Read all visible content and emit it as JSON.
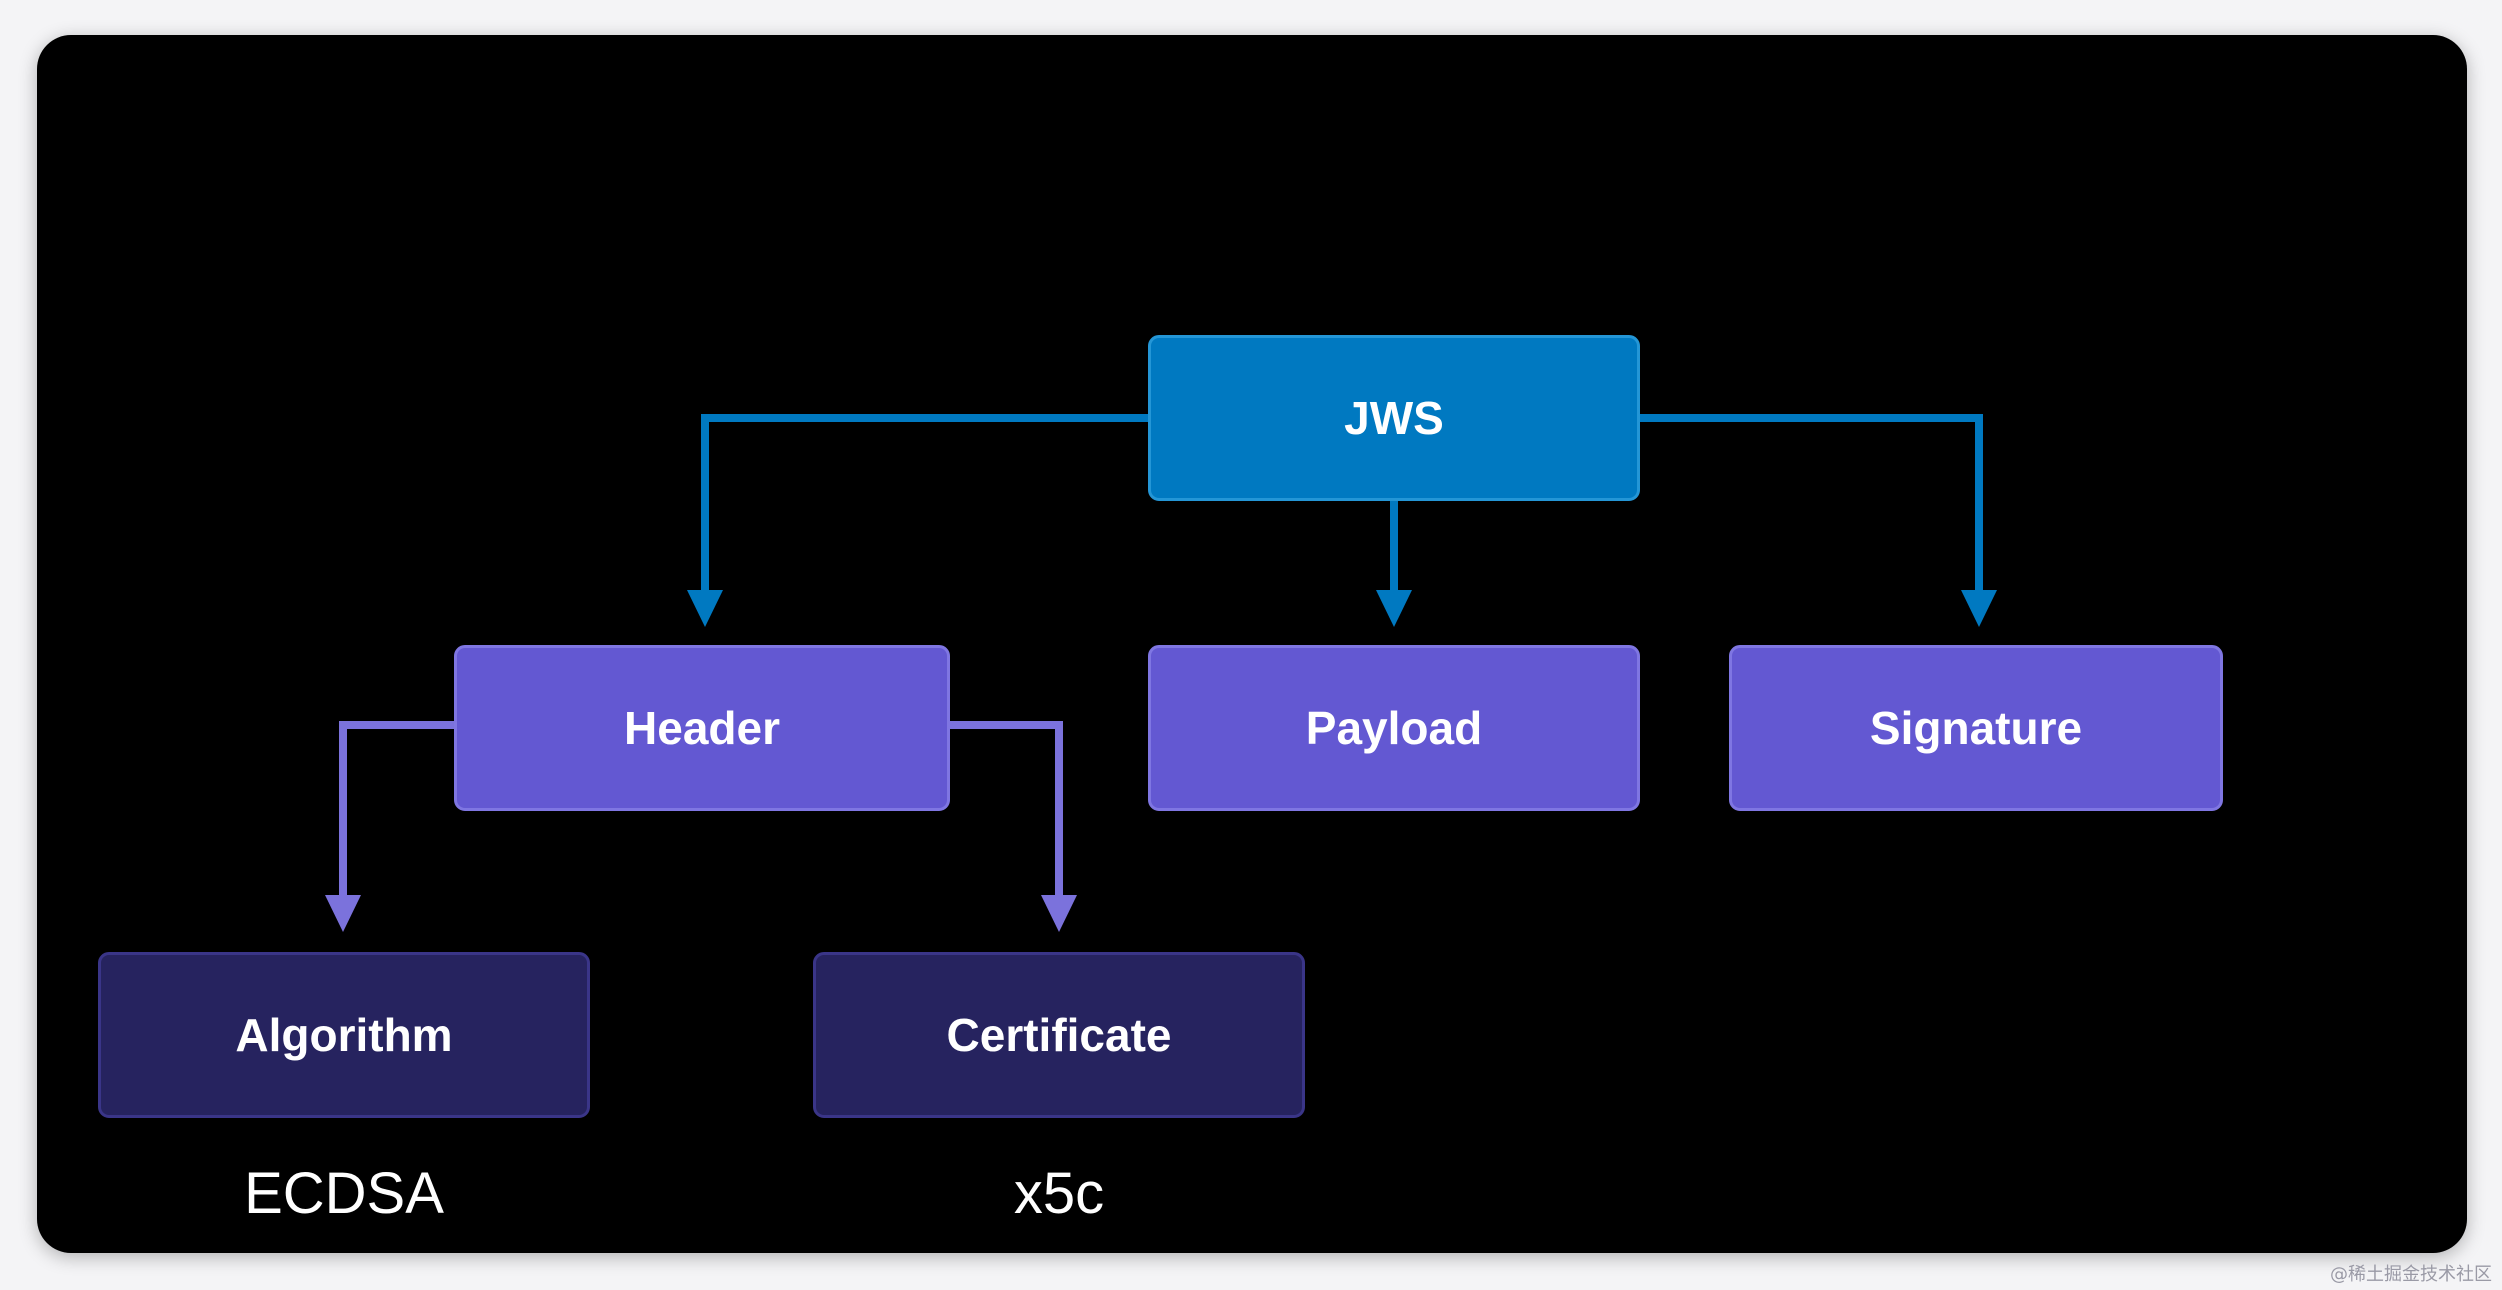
{
  "diagram": {
    "root": {
      "label": "JWS"
    },
    "mid": [
      {
        "label": "Header"
      },
      {
        "label": "Payload"
      },
      {
        "label": "Signature"
      }
    ],
    "leaves": [
      {
        "label": "Algorithm",
        "caption": "ECDSA"
      },
      {
        "label": "Certificate",
        "caption": "x5c"
      }
    ]
  },
  "watermark": "@稀土掘金技术社区",
  "colors": {
    "background": "#000000",
    "root_fill": "#0079c1",
    "mid_fill": "#6358d2",
    "leaf_fill": "#26235f",
    "root_connector": "#0079c1",
    "header_connector": "#7b72dc"
  }
}
